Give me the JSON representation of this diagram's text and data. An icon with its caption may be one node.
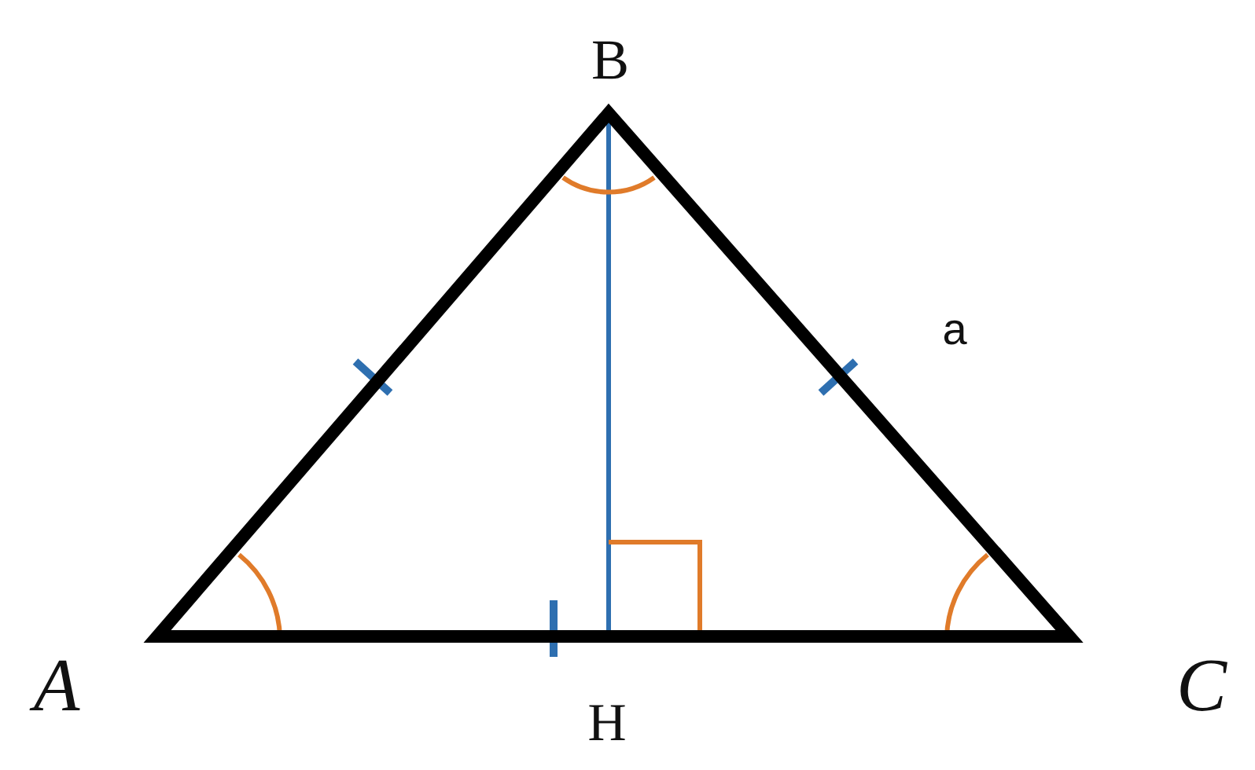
{
  "diagram": {
    "labels": [
      "B",
      "a",
      "A",
      "H",
      "C"
    ]
  }
}
